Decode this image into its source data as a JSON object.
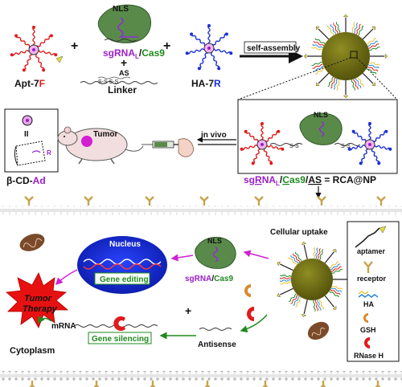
{
  "top": {
    "aptamer_label": {
      "base": "Apt-7",
      "suffix": "F"
    },
    "plus": "+",
    "nls": "NLS",
    "sgrna": {
      "sg": "sgRNA",
      "sub": "L",
      "slash": "/",
      "cas9": "Cas9"
    },
    "as": "AS",
    "linker_seq": "S-S  S-S",
    "linker_label": "Linker",
    "ha_label": {
      "base": "HA-7",
      "suffix": "R"
    },
    "self_assembly": "self-assembly"
  },
  "middle": {
    "cd_ii": "II",
    "cd_r": "R",
    "cd_label": {
      "base": "β-CD-",
      "suffix": "Ad"
    },
    "tumor": "Tumor",
    "in_vivo": "in vivo",
    "nls": "NLS",
    "ss": "S-S",
    "formula": {
      "sg": "sg",
      "R": "R",
      "NA": "NA",
      "sub": "L",
      "slash1": "/",
      "C": "C",
      "as9": "as9",
      "slash2": "/",
      "A": "A",
      "S": "S",
      "eq": " = RCA@NP"
    }
  },
  "cell": {
    "cellular_uptake": "Cellular uptake",
    "nucleus": "Nucleus",
    "gene_editing": "Gene editing",
    "nls": "NLS",
    "sgrna_cas9": {
      "sg": "sgRNA",
      "slash": "/",
      "cas9": "Cas9"
    },
    "tumor_therapy": [
      "Tumor",
      "Therapy"
    ],
    "plus": "+",
    "mrna": "mRNA",
    "gene_silencing": "Gene silencing",
    "antisense": "Antisense",
    "cytoplasm": "Cytoplasm"
  },
  "legend": [
    {
      "label": "aptamer",
      "icon": "aptamer-icon"
    },
    {
      "label": "receptor",
      "icon": "receptor-icon"
    },
    {
      "label": "HA",
      "icon": "ha-icon"
    },
    {
      "label": "GSH",
      "icon": "gsh-icon"
    },
    {
      "label": "RNase H",
      "icon": "rnase-h-icon"
    }
  ],
  "colors": {
    "red_accent": "#e01b1b",
    "blue_accent": "#1a2fd6",
    "purple_accent": "#9b1fc8",
    "green_accent": "#1e8a1e",
    "nanoparticle": "#6b6a12",
    "cas9_protein": "#5a8a4a",
    "nucleus": "#1122cc",
    "membrane": "#b9b9b9",
    "receptor": "#c8a24a",
    "gsh": "#d98a30",
    "rnase": "#e01b1b",
    "tumor_star": "#e81111"
  }
}
